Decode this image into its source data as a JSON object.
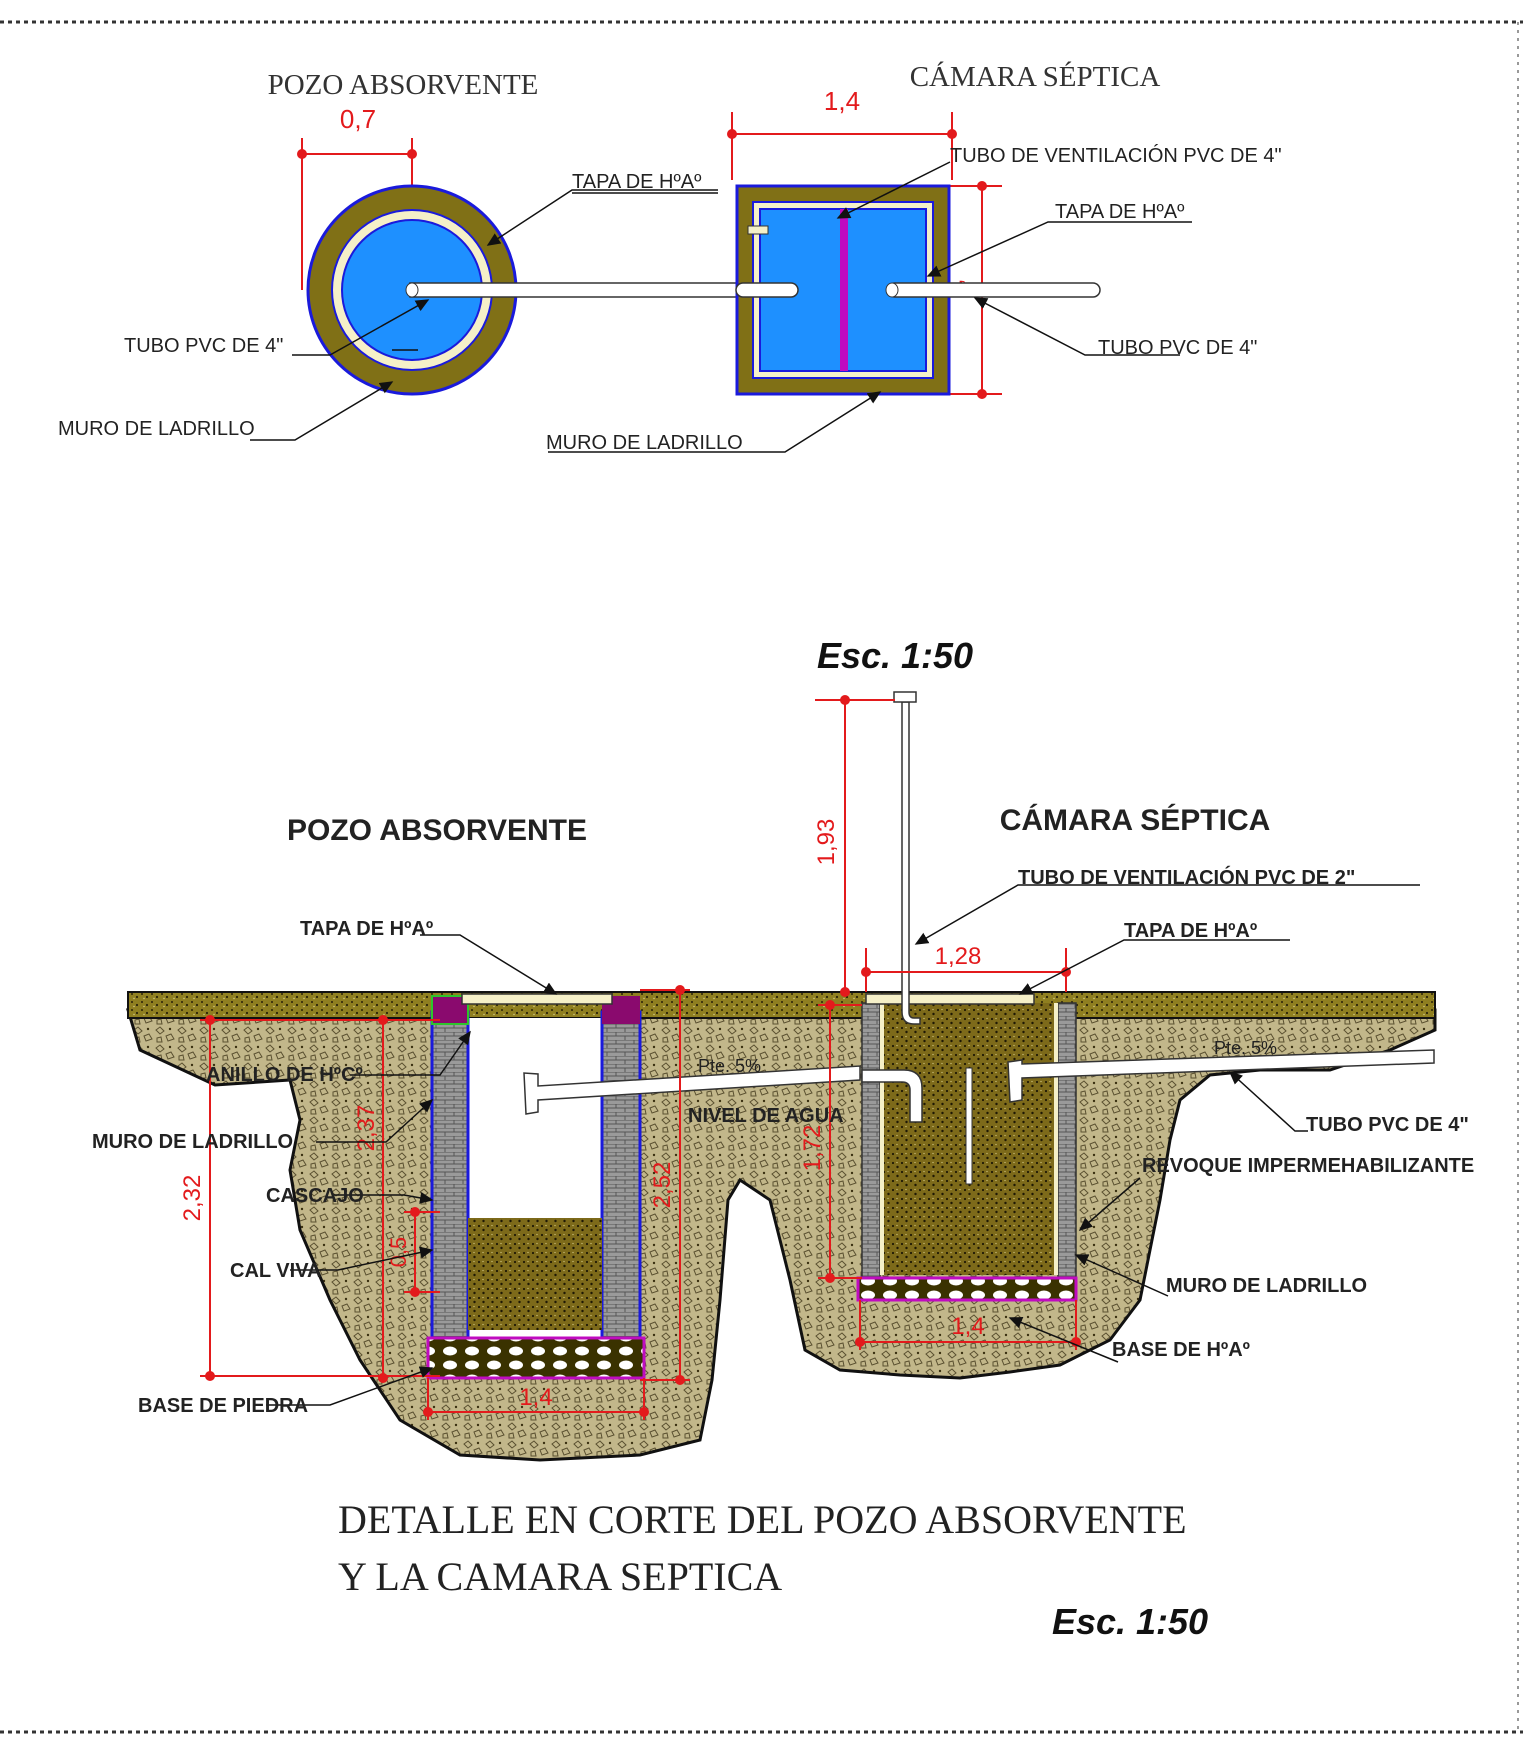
{
  "colors": {
    "dimension": "#e31a1c",
    "water": "#1e90ff",
    "wall_outline": "#1a1adc",
    "wall_fill": "#8a7a12",
    "soil": "#b9ae7a",
    "sludge": "#6e5c14",
    "magenta": "#c00cc0",
    "brick": "#8c8c8c",
    "lime": "#f5f0c8"
  },
  "plan": {
    "well": {
      "title": "POZO ABSORVENTE",
      "dim_diameter": "0,7",
      "label_lid": "TAPA DE HºAº",
      "label_pipe": "TUBO PVC DE 4\"",
      "label_wall": "MURO DE  LADRILLO"
    },
    "chamber": {
      "title": "CÁMARA SÉPTICA",
      "dim_width": "1,4",
      "dim_height": "1,",
      "label_vent": "TUBO DE VENTILACIÓN  PVC DE 4\"",
      "label_lid": "TAPA DE HºAº",
      "label_pipe": "TUBO PVC DE 4\"",
      "label_wall": "MURO DE  LADRILLO"
    }
  },
  "section": {
    "scale_top": "Esc. 1:50",
    "well": {
      "title": "POZO ABSORVENTE",
      "label_lid": "TAPA DE HºAº",
      "label_ring": "ANILLO DE HºCº",
      "label_wall": "MURO DE  LADRILLO",
      "label_gravel": "CASCAJO",
      "label_lime": "CAL VIVA",
      "label_base": "BASE DE  PIEDRA",
      "dim_total": "2,32",
      "dim_inner": "2,37",
      "dim_gravel": "0,5",
      "dim_depth": "2,52",
      "dim_base": "1,4"
    },
    "chamber": {
      "title": "CÁMARA SÉPTICA",
      "label_vent": "TUBO DE VENTILACIÓN  PVC DE 2\"",
      "label_lid": "TAPA DE HºAº",
      "label_pipe": "TUBO PVC DE 4\"",
      "label_plaster": "REVOQUE IMPERMEHABILIZANTE",
      "label_wall": "MURO DE LADRILLO",
      "label_base": "BASE DE HºAº",
      "label_water": "NIVEL DE AGUA",
      "label_slope_left": "Pte. 5%",
      "label_slope_right": "Pte. 5%",
      "dim_vent": "1,93",
      "dim_water": "1,72",
      "dim_top": "1,28",
      "dim_base": "1,4"
    },
    "caption_line1": "DETALLE EN CORTE DEL POZO ABSORVENTE",
    "caption_line2": "Y LA CAMARA SEPTICA",
    "scale_bottom": "Esc. 1:50"
  }
}
